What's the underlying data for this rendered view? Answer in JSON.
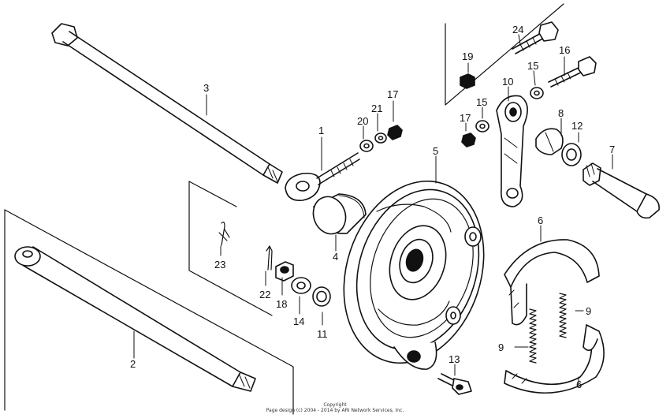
{
  "diagram": {
    "parts": [
      {
        "id": "p1",
        "num": "1"
      },
      {
        "id": "p2",
        "num": "2"
      },
      {
        "id": "p3",
        "num": "3"
      },
      {
        "id": "p4",
        "num": "4"
      },
      {
        "id": "p5",
        "num": "5"
      },
      {
        "id": "p6a",
        "num": "6"
      },
      {
        "id": "p6b",
        "num": "6"
      },
      {
        "id": "p7",
        "num": "7"
      },
      {
        "id": "p8",
        "num": "8"
      },
      {
        "id": "p9a",
        "num": "9"
      },
      {
        "id": "p9b",
        "num": "9"
      },
      {
        "id": "p10",
        "num": "10"
      },
      {
        "id": "p11",
        "num": "11"
      },
      {
        "id": "p12",
        "num": "12"
      },
      {
        "id": "p13",
        "num": "13"
      },
      {
        "id": "p14",
        "num": "14"
      },
      {
        "id": "p15a",
        "num": "15"
      },
      {
        "id": "p15b",
        "num": "15"
      },
      {
        "id": "p16",
        "num": "16"
      },
      {
        "id": "p17a",
        "num": "17"
      },
      {
        "id": "p17b",
        "num": "17"
      },
      {
        "id": "p18",
        "num": "18"
      },
      {
        "id": "p19",
        "num": "19"
      },
      {
        "id": "p20",
        "num": "20"
      },
      {
        "id": "p21",
        "num": "21"
      },
      {
        "id": "p22",
        "num": "22"
      },
      {
        "id": "p23",
        "num": "23"
      },
      {
        "id": "p24",
        "num": "24"
      }
    ]
  },
  "footer": {
    "line1": "Copyright",
    "line2": "Page design (c) 2004 - 2014 by ARI Network Services, Inc."
  }
}
